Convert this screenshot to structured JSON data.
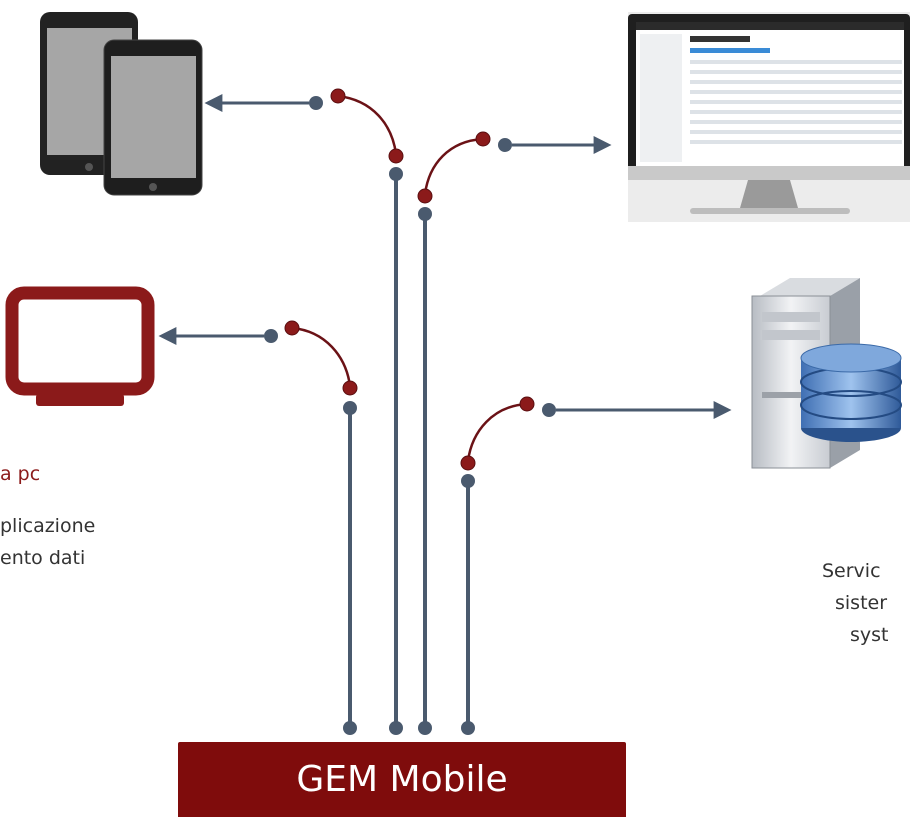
{
  "hub": {
    "label": "GEM Mobile"
  },
  "left_node": {
    "title": "a pc",
    "lines": [
      "plicazione",
      "ento dati"
    ]
  },
  "right_node": {
    "lines": [
      "Servic",
      "sister",
      "syst"
    ]
  },
  "colors": {
    "hub": "#7f0c0c",
    "line": "#4a5a6e",
    "link": "#6b1216",
    "accent": "#8b1a1a"
  }
}
